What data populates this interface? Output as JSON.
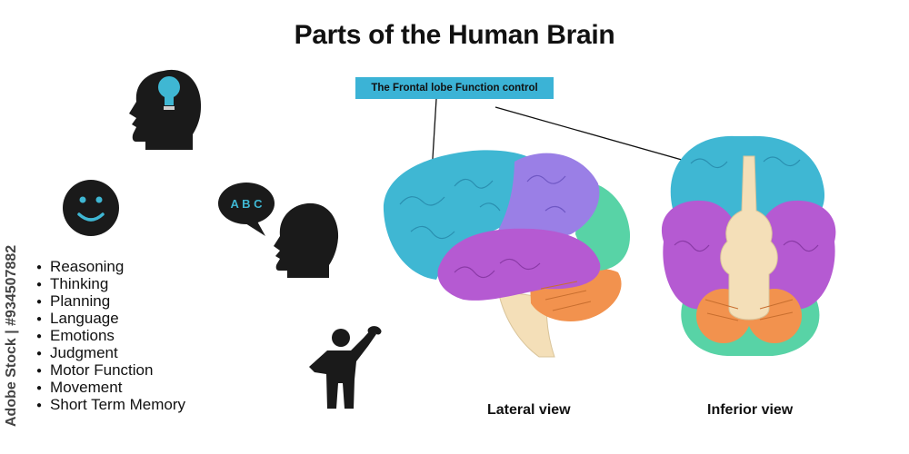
{
  "title": "Parts of the Human Brain",
  "callout": "The Frontal lobe Function control",
  "speech_letters": "A B C",
  "functions": [
    "Reasoning",
    "Thinking",
    "Planning",
    "Language",
    "Emotions",
    "Judgment",
    "Motor Function",
    "Movement",
    "Short Term Memory"
  ],
  "views": {
    "lateral": "Lateral view",
    "inferior": "Inferior view"
  },
  "stock_id": "Adobe Stock | #934507882",
  "colors": {
    "frontal": "#3fb7d3",
    "parietal": "#9a7fe6",
    "temporal": "#b55ad2",
    "occipital": "#58d3a6",
    "cerebellum": "#f2924e",
    "brainstem": "#f4dfb8",
    "accent": "#3bb3d6",
    "icon": "#1a1a1a"
  },
  "icons": [
    "head-lightbulb-icon",
    "smiley-icon",
    "speech-bubble-icon",
    "head-speaking-icon",
    "waving-person-icon"
  ]
}
